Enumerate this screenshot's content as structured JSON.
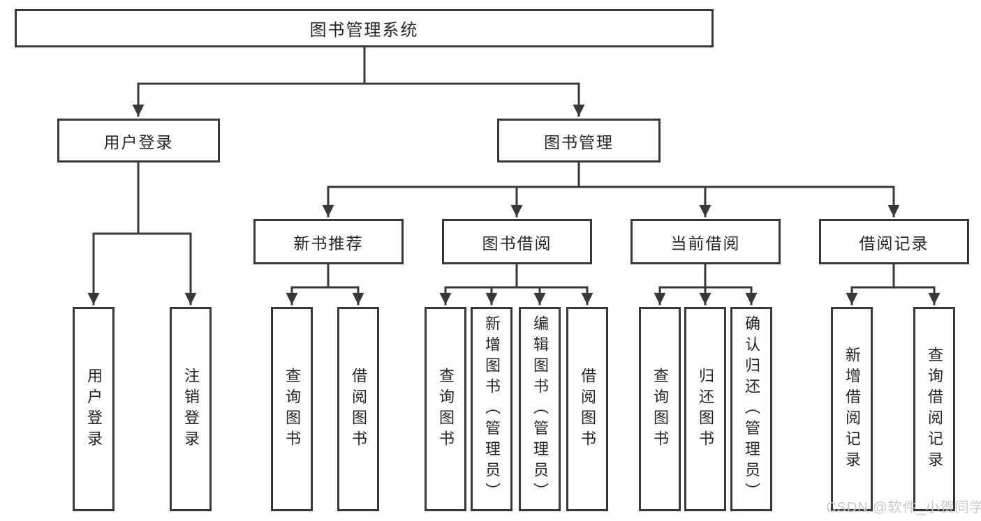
{
  "tree": {
    "root": {
      "label": "图书管理系统",
      "children": [
        {
          "label": "用户登录",
          "children": [
            {
              "label": "用户登录"
            },
            {
              "label": "注销登录"
            }
          ]
        },
        {
          "label": "图书管理",
          "children": [
            {
              "label": "新书推荐",
              "children": [
                {
                  "label": "查询图书"
                },
                {
                  "label": "借阅图书"
                }
              ]
            },
            {
              "label": "图书借阅",
              "children": [
                {
                  "label": "查询图书"
                },
                {
                  "label": "新增图书（管理员）"
                },
                {
                  "label": "编辑图书（管理员）"
                },
                {
                  "label": "借阅图书"
                }
              ]
            },
            {
              "label": "当前借阅",
              "children": [
                {
                  "label": "查询图书"
                },
                {
                  "label": "归还图书"
                },
                {
                  "label": "确认归还（管理员）"
                }
              ]
            },
            {
              "label": "借阅记录",
              "children": [
                {
                  "label": "新增借阅记录"
                },
                {
                  "label": "查询借阅记录"
                }
              ]
            }
          ]
        }
      ]
    }
  },
  "watermark": {
    "text": "CSDN @软件_小贺同学"
  },
  "colors": {
    "line": "#383838",
    "box_border": "#383838",
    "text": "#262626",
    "background": "#ffffff",
    "watermark": "#c9c9c9"
  }
}
